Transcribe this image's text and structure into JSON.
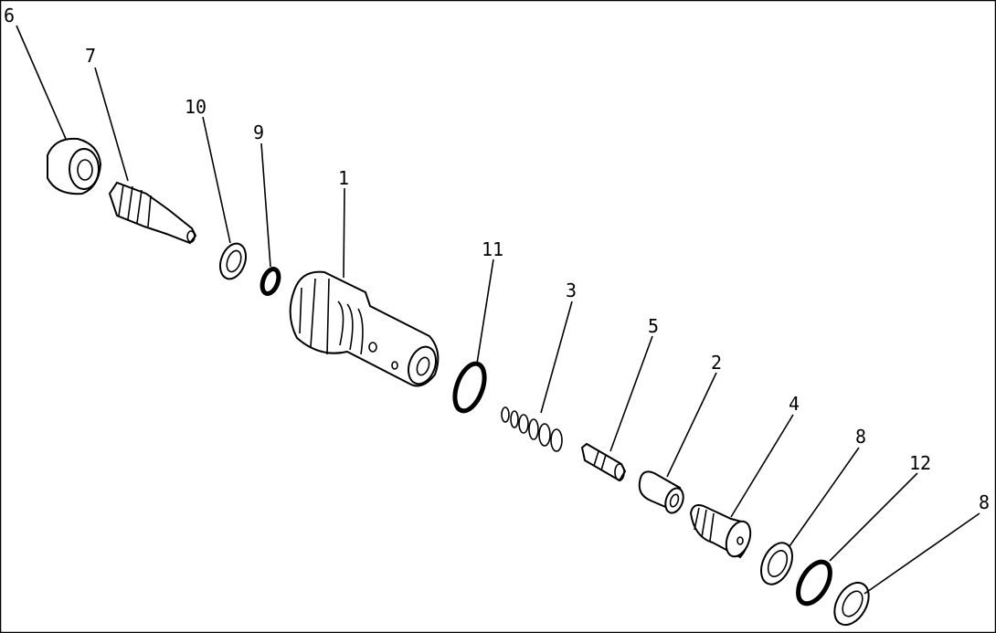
{
  "diagram": {
    "type": "exploded parts diagram",
    "callouts": [
      {
        "id": "6"
      },
      {
        "id": "7"
      },
      {
        "id": "10"
      },
      {
        "id": "9"
      },
      {
        "id": "1"
      },
      {
        "id": "11"
      },
      {
        "id": "3"
      },
      {
        "id": "5"
      },
      {
        "id": "2"
      },
      {
        "id": "4"
      },
      {
        "id": "8"
      },
      {
        "id": "12"
      },
      {
        "id": "8"
      }
    ]
  }
}
